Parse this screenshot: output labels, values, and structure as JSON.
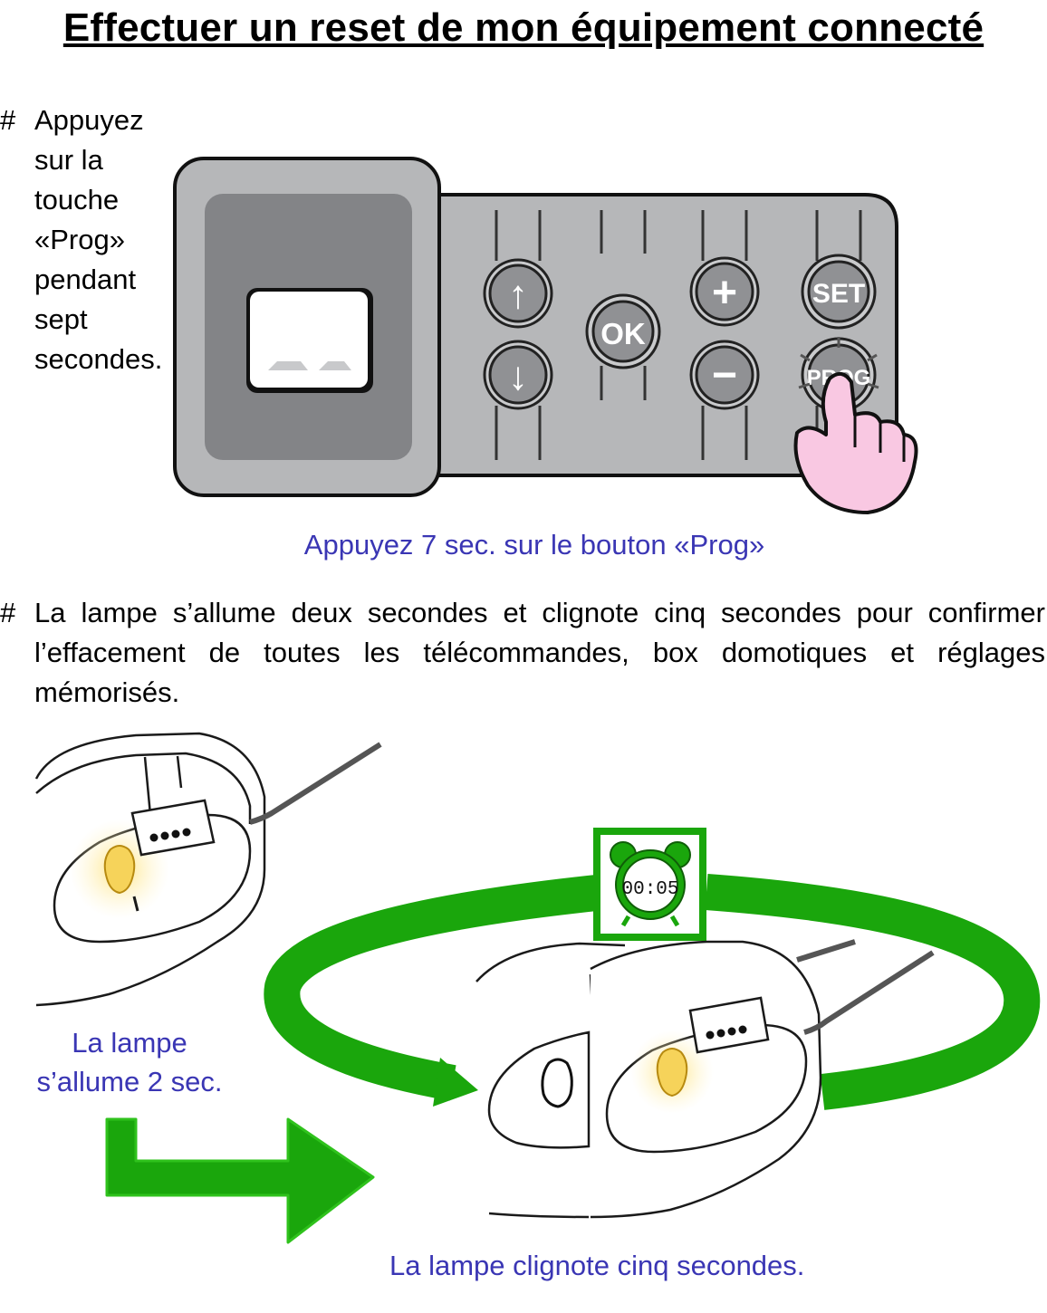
{
  "title": "Effectuer un reset de mon équipement connecté",
  "steps": [
    {
      "marker": "#",
      "text": "Appuyez sur la touche «Prog» pendant sept secondes."
    },
    {
      "marker": "#",
      "text": "La lampe s’allume deux secondes et clignote cinq secondes pour confirmer l’effacement de toutes les télécommandes, box domotiques et réglages mémorisés."
    }
  ],
  "panel": {
    "buttons": {
      "up": "↑",
      "down": "↓",
      "ok": "OK",
      "plus": "+",
      "minus": "−",
      "set": "SET",
      "prog": "PROG"
    }
  },
  "captions": {
    "press": "Appuyez 7 sec. sur le bouton «Prog»",
    "lamp_on": "La lampe s’allume 2 sec.",
    "lamp_blink": "La lampe clignote cinq secondes."
  },
  "timer": {
    "display": "00:05"
  },
  "colors": {
    "green": "#1aa60c",
    "caption": "#3a36b4",
    "panel": "#b6b7b9",
    "screen_frame": "#838487",
    "hand": "#f9c8e2",
    "lamp": "#f6d35a"
  }
}
